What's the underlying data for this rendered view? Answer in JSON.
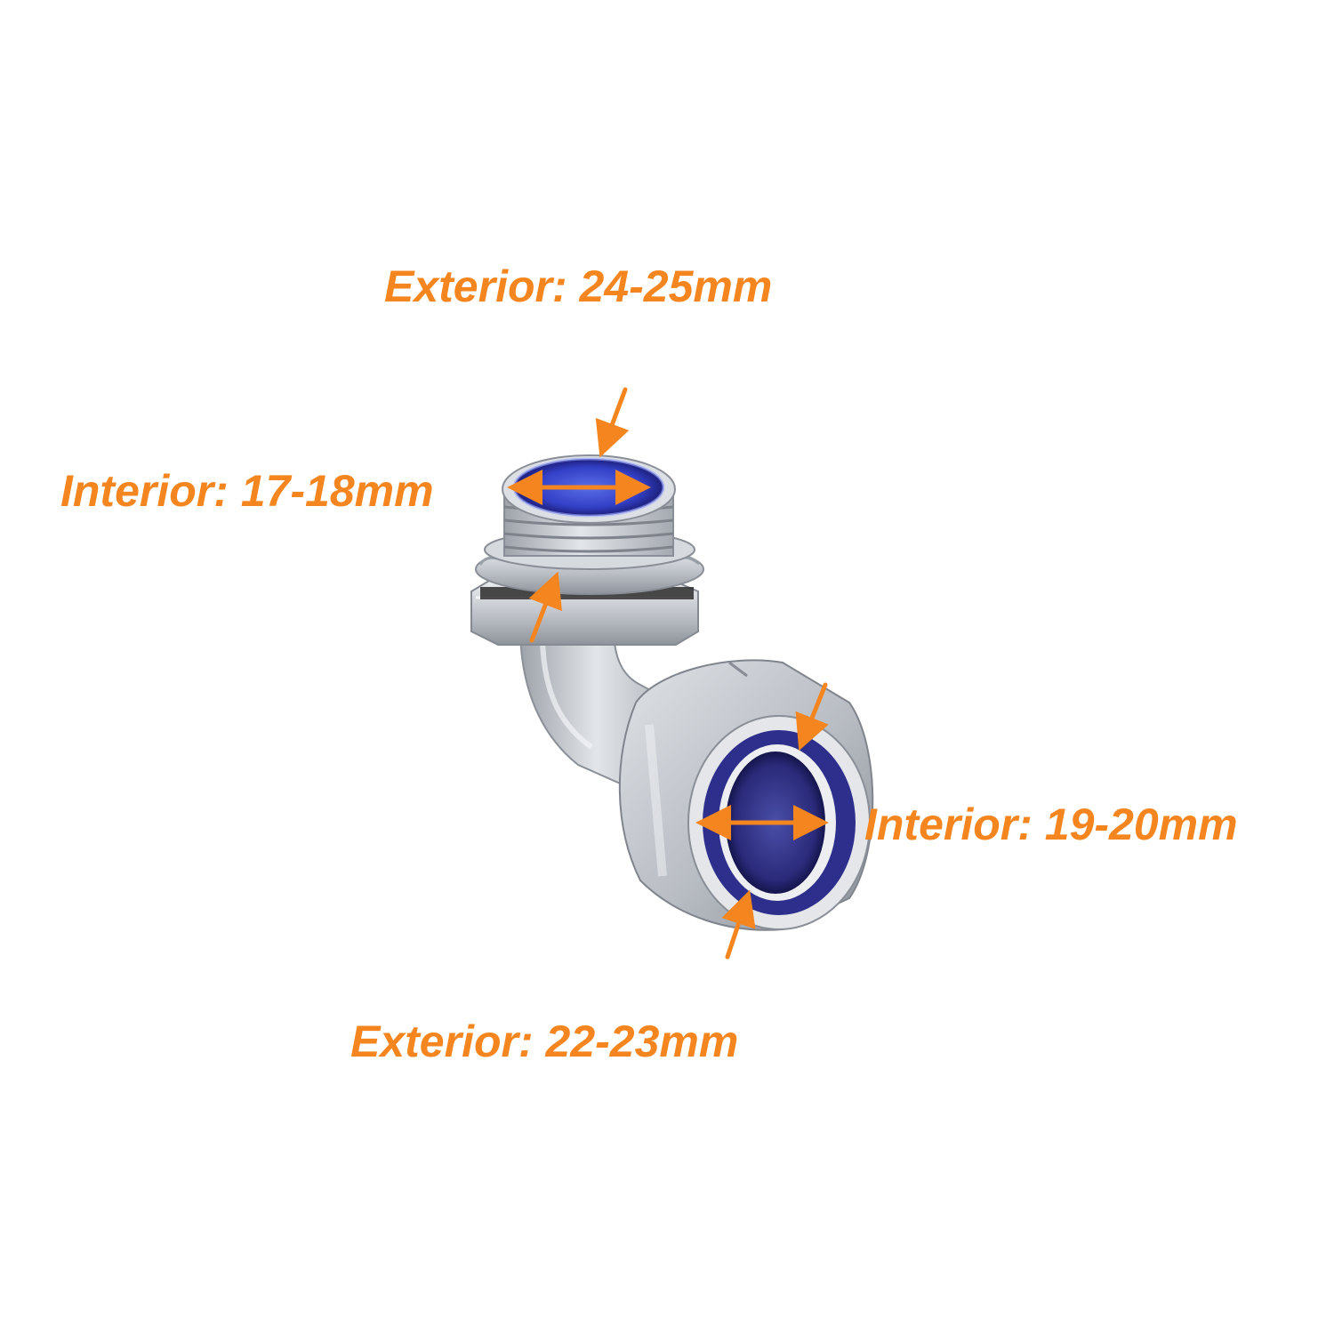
{
  "labels": {
    "exterior_top": "Exterior: 24-25mm",
    "interior_left": "Interior: 17-18mm",
    "interior_right": "Interior: 19-20mm",
    "exterior_bottom": "Exterior: 22-23mm"
  },
  "colors": {
    "annotation": "#f5861f",
    "metal": "#c9ccd1",
    "liner": "#3b2fb8",
    "background": "#ffffff"
  }
}
